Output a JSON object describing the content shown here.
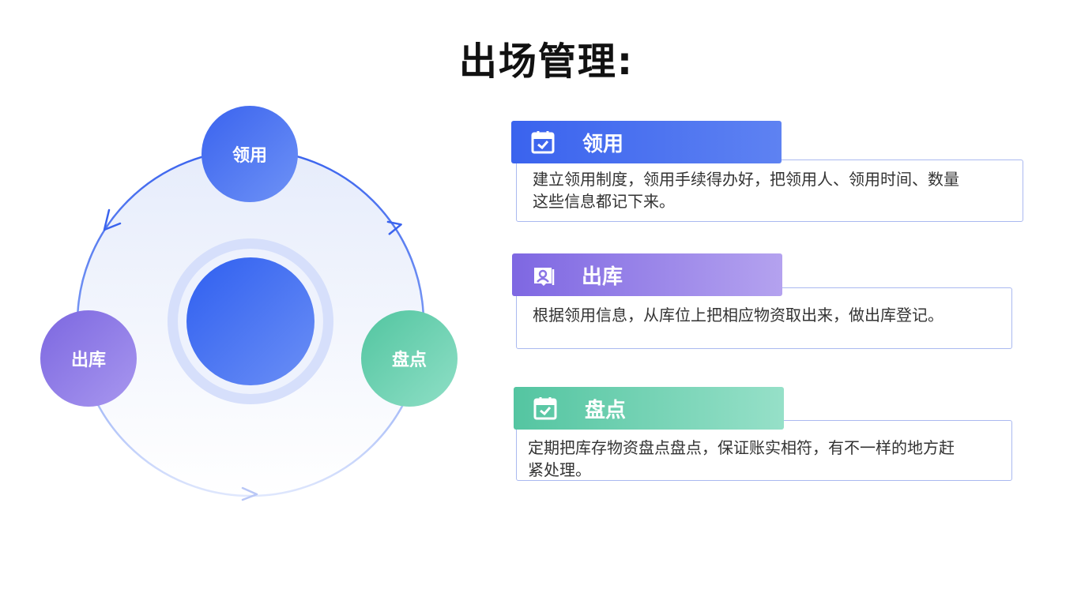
{
  "title": "出场管理:",
  "cycle": {
    "nodes": [
      "领用",
      "出库",
      "盘点"
    ]
  },
  "cards": [
    {
      "label": "领用",
      "icon": "calendar-check-icon",
      "text": "建立领用制度，领用手续得办好，把领用人、领用时间、数量这些信息都记下来。"
    },
    {
      "label": "出库",
      "icon": "person-card-icon",
      "text": "根据领用信息，从库位上把相应物资取出来，做出库登记。"
    },
    {
      "label": "盘点",
      "icon": "calendar-check-icon",
      "text": "定期把库存物资盘点盘点，保证账实相符，有不一样的地方赶紧处理。"
    }
  ],
  "colors": {
    "blue": "#3a63ee",
    "purple": "#7c67e0",
    "green": "#52c5a0"
  }
}
